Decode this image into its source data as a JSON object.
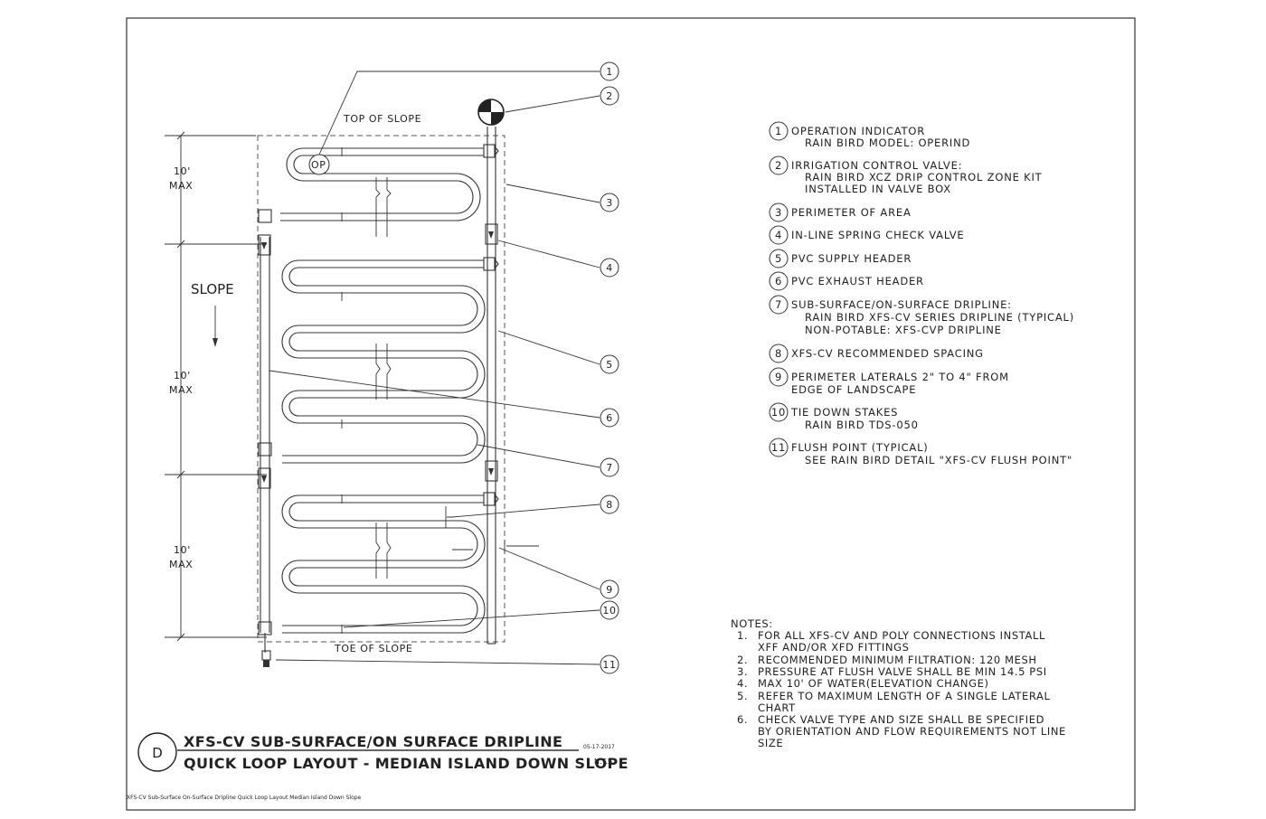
{
  "drawing": {
    "top_of_slope": "TOP OF SLOPE",
    "toe_of_slope": "TOE OF SLOPE",
    "slope_label": "SLOPE",
    "dim_value": "10'",
    "dim_max": "MAX",
    "op_label": "OP"
  },
  "callouts": [
    "1",
    "2",
    "3",
    "4",
    "5",
    "6",
    "7",
    "8",
    "9",
    "10",
    "11"
  ],
  "legend": [
    {
      "num": "1",
      "lines": [
        "OPERATION INDICATOR",
        "RAIN BIRD MODEL: OPERIND"
      ]
    },
    {
      "num": "2",
      "lines": [
        "IRRIGATION CONTROL VALVE:",
        "RAIN BIRD XCZ DRIP CONTROL ZONE KIT",
        "INSTALLED IN VALVE BOX"
      ]
    },
    {
      "num": "3",
      "lines": [
        "PERIMETER OF AREA"
      ]
    },
    {
      "num": "4",
      "lines": [
        "IN-LINE SPRING CHECK VALVE"
      ]
    },
    {
      "num": "5",
      "lines": [
        "PVC SUPPLY HEADER"
      ]
    },
    {
      "num": "6",
      "lines": [
        "PVC EXHAUST HEADER"
      ]
    },
    {
      "num": "7",
      "lines": [
        "SUB-SURFACE/ON-SURFACE DRIPLINE:",
        "RAIN BIRD XFS-CV SERIES DRIPLINE (TYPICAL)",
        "NON-POTABLE: XFS-CVP DRIPLINE"
      ]
    },
    {
      "num": "8",
      "lines": [
        "XFS-CV RECOMMENDED SPACING"
      ]
    },
    {
      "num": "9",
      "lines": [
        "PERIMETER LATERALS 2\" TO 4\" FROM",
        "EDGE OF LANDSCAPE"
      ]
    },
    {
      "num": "10",
      "lines": [
        "TIE DOWN STAKES",
        "RAIN BIRD TDS-050"
      ]
    },
    {
      "num": "11",
      "lines": [
        "FLUSH POINT (TYPICAL)",
        "SEE RAIN BIRD DETAIL \"XFS-CV FLUSH POINT\""
      ]
    }
  ],
  "notes": {
    "heading": "NOTES:",
    "items": [
      {
        "num": "1.",
        "lines": [
          "FOR ALL XFS-CV AND POLY CONNECTIONS INSTALL",
          "XFF AND/OR XFD FITTINGS"
        ]
      },
      {
        "num": "2.",
        "lines": [
          "RECOMMENDED MINIMUM FILTRATION: 120 MESH"
        ]
      },
      {
        "num": "3.",
        "lines": [
          "PRESSURE AT FLUSH VALVE SHALL BE MIN 14.5 PSI"
        ]
      },
      {
        "num": "4.",
        "lines": [
          "MAX 10' OF WATER(ELEVATION CHANGE)"
        ]
      },
      {
        "num": "5.",
        "lines": [
          "REFER TO MAXIMUM LENGTH OF A SINGLE LATERAL",
          "CHART"
        ]
      },
      {
        "num": "6.",
        "lines": [
          "CHECK VALVE TYPE AND SIZE SHALL BE SPECIFIED",
          "BY ORIENTATION AND FLOW REQUIREMENTS NOT LINE",
          "SIZE"
        ]
      }
    ]
  },
  "title_block": {
    "detail_letter": "D",
    "title_line1": "XFS-CV SUB-SURFACE/ON SURFACE DRIPLINE",
    "title_line2": "QUICK LOOP LAYOUT - MEDIAN ISLAND DOWN SLOPE",
    "date": "05-17-2017",
    "scale": "N.T.S.",
    "footer": "XFS-CV Sub-Surface On-Surface Dripline Quick Loop Layout Median Island Down Slope"
  }
}
